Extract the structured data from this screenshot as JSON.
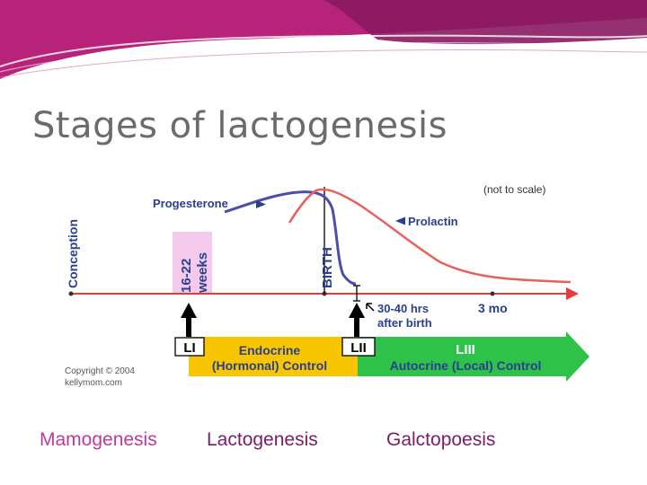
{
  "slide": {
    "title": "Stages of lactogenesis",
    "captions": {
      "mamogenesis": "Mamogenesis",
      "lactogenesis": "Lactogenesis",
      "galactopoiesis": "Galctopoesis"
    },
    "caption_colors": {
      "mamogenesis": "#c0399a",
      "lactogenesis": "#7a1c6a",
      "galactopoiesis": "#7a1c6a"
    }
  },
  "figure": {
    "note": "(not to scale)",
    "labels": {
      "conception": "Conception",
      "weeks_number": "16-22",
      "weeks_unit": "weeks",
      "birth": "BIRTH",
      "progesterone": "Progesterone",
      "prolactin": "Prolactin",
      "hours_line1": "30-40 hrs",
      "hours_line2": "after birth",
      "three_months": "3 mo",
      "copyright_line1": "Copyright © 2004",
      "copyright_line2": "kellymom.com"
    },
    "stages": [
      {
        "id": "LI",
        "label": "LI",
        "title": "",
        "subtitle": ""
      },
      {
        "id": "LII",
        "label": "LII",
        "title": "Endocrine",
        "subtitle": "(Hormonal) Control"
      },
      {
        "id": "LIII",
        "label": "LIII",
        "title": "",
        "subtitle": "Autocrine (Local) Control"
      }
    ],
    "colors": {
      "progesterone_curve": "#4a4fa8",
      "prolactin_curve": "#e8605a",
      "timeline": "#e83a3a",
      "endocrine_bar": "#f7c600",
      "autocrine_bar": "#2ec24a",
      "weeks_band": "#f3c9ec",
      "birth_line": "#000000",
      "text_blue": "#2a3f8f",
      "text_white": "#ffffff"
    }
  }
}
